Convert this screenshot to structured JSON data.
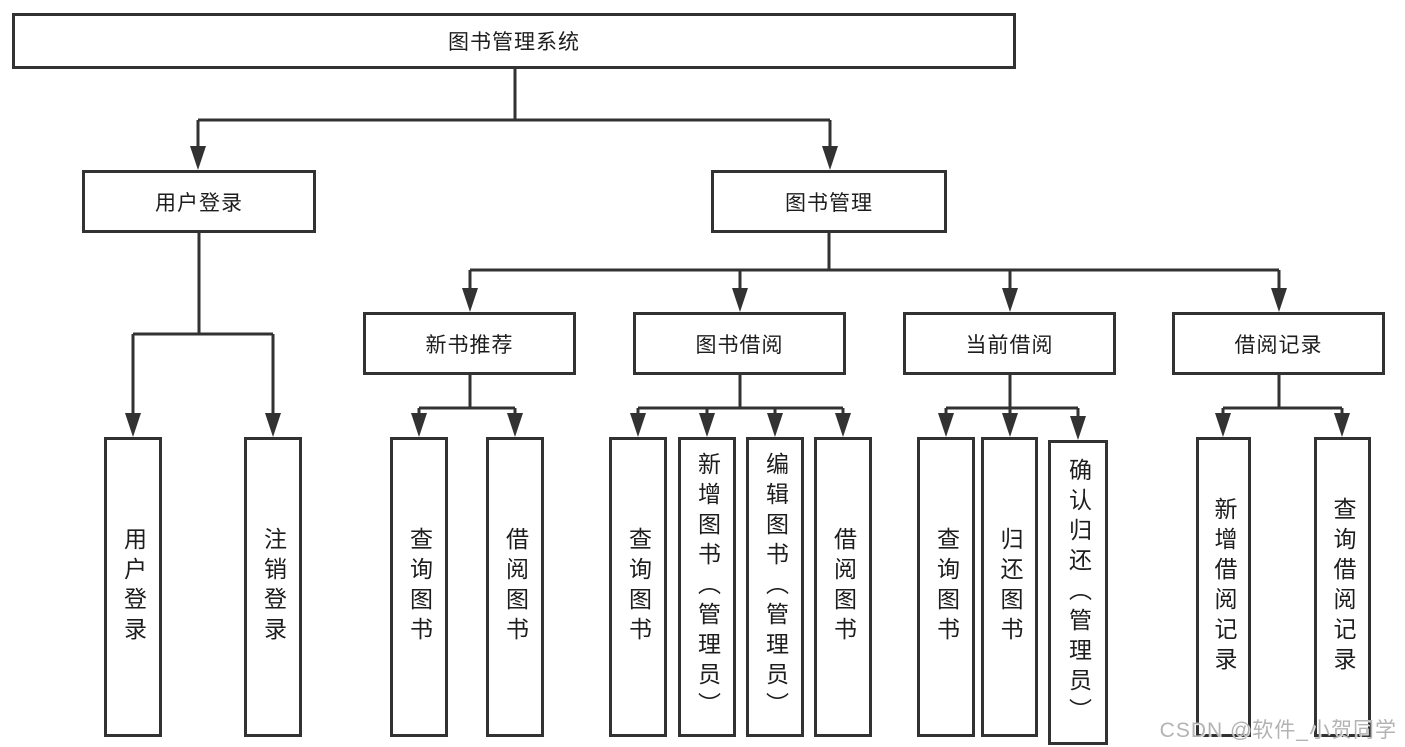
{
  "diagram": {
    "root": {
      "label": "图书管理系统"
    },
    "level2": [
      {
        "label": "用户登录"
      },
      {
        "label": "图书管理"
      }
    ],
    "level3": [
      {
        "label": "新书推荐"
      },
      {
        "label": "图书借阅"
      },
      {
        "label": "当前借阅"
      },
      {
        "label": "借阅记录"
      }
    ],
    "leaves": [
      {
        "label": "用户登录",
        "parent": "用户登录"
      },
      {
        "label": "注销登录",
        "parent": "用户登录"
      },
      {
        "label": "查询图书",
        "parent": "新书推荐"
      },
      {
        "label": "借阅图书",
        "parent": "新书推荐"
      },
      {
        "label": "查询图书",
        "parent": "图书借阅"
      },
      {
        "label": "新增图书（管理员）",
        "parent": "图书借阅"
      },
      {
        "label": "编辑图书（管理员）",
        "parent": "图书借阅"
      },
      {
        "label": "借阅图书",
        "parent": "图书借阅"
      },
      {
        "label": "查询图书",
        "parent": "当前借阅"
      },
      {
        "label": "归还图书",
        "parent": "当前借阅"
      },
      {
        "label": "确认归还（管理员）",
        "parent": "当前借阅"
      },
      {
        "label": "新增借阅记录",
        "parent": "借阅记录"
      },
      {
        "label": "查询借阅记录",
        "parent": "借阅记录"
      }
    ],
    "watermark": "CSDN @软件_小贺同学",
    "colors": {
      "line": "#323232",
      "box_background": "#ffffff",
      "text": "#1d1d1d",
      "watermark": "#b3b3b3"
    }
  }
}
